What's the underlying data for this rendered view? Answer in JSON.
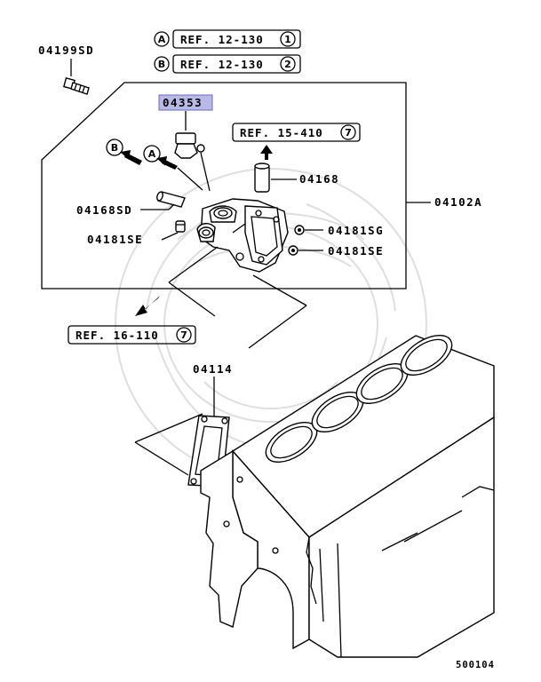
{
  "refs": {
    "ref_a": {
      "letter": "A",
      "text": "REF. 12-130",
      "num": "1"
    },
    "ref_b": {
      "letter": "B",
      "text": "REF. 12-130",
      "num": "2"
    },
    "ref_15": {
      "text": "REF. 15-410",
      "num": "7"
    },
    "ref_16": {
      "text": "REF. 16-110",
      "num": "7"
    }
  },
  "arrows": {
    "a_letter": "A",
    "b_letter": "B"
  },
  "parts": {
    "p04199SD": "04199SD",
    "p04353": "04353",
    "p04168": "04168",
    "p04102A": "04102A",
    "p04168SD": "04168SD",
    "p04181SE_left": "04181SE",
    "p04181SG": "04181SG",
    "p04181SE_right": "04181SE",
    "p04114": "04114"
  },
  "diagram_number": "500104",
  "colors": {
    "highlight": "#b9b9e8",
    "line": "#000000",
    "watermark": "#dedede"
  }
}
